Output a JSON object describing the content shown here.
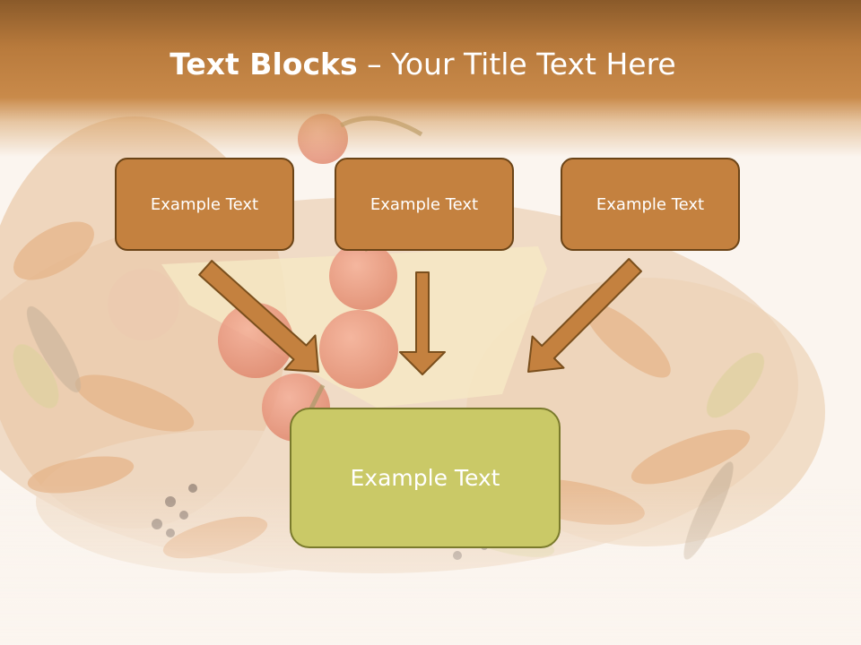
{
  "slide": {
    "title_bold": "Text Blocks",
    "title_dash": " – ",
    "title_rest": "Your Title Text Here"
  },
  "blocks": [
    {
      "label": "Example Text"
    },
    {
      "label": "Example Text"
    },
    {
      "label": "Example Text"
    }
  ],
  "result": {
    "label": "Example Text"
  },
  "colors": {
    "header": "#b87a3c",
    "block_fill": "#c4813f",
    "block_border": "#6b4417",
    "result_fill": "#cac967",
    "result_border": "#7a7a2c",
    "arrow_fill": "#c4813f",
    "arrow_border": "#7a4f1d"
  },
  "background_image": "pasta-tomato-cheese-photo"
}
